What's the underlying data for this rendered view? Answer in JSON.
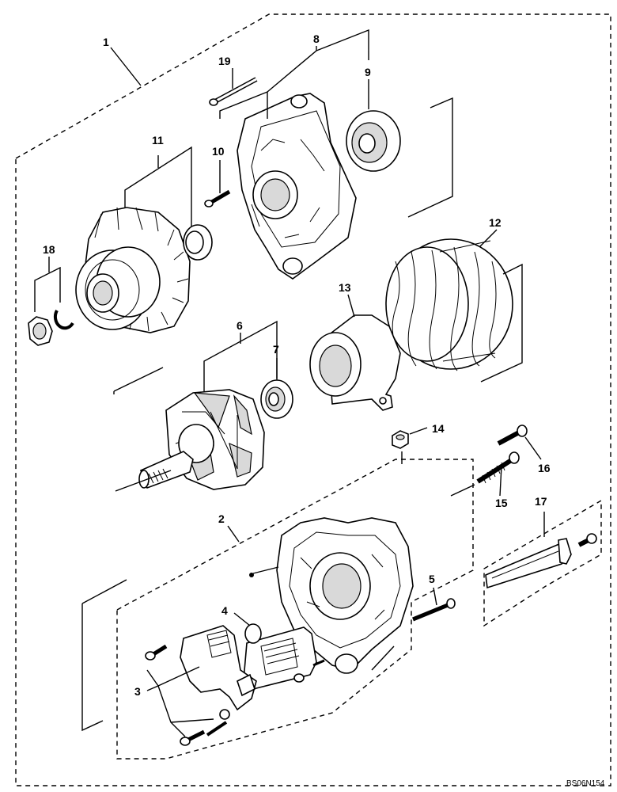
{
  "diagram": {
    "type": "exploded-parts-view",
    "drawing_code": "BS06N154",
    "callouts": [
      "1",
      "2",
      "3",
      "4",
      "5",
      "6",
      "7",
      "8",
      "9",
      "10",
      "11",
      "12",
      "13",
      "14",
      "15",
      "16",
      "17",
      "18",
      "19"
    ]
  }
}
